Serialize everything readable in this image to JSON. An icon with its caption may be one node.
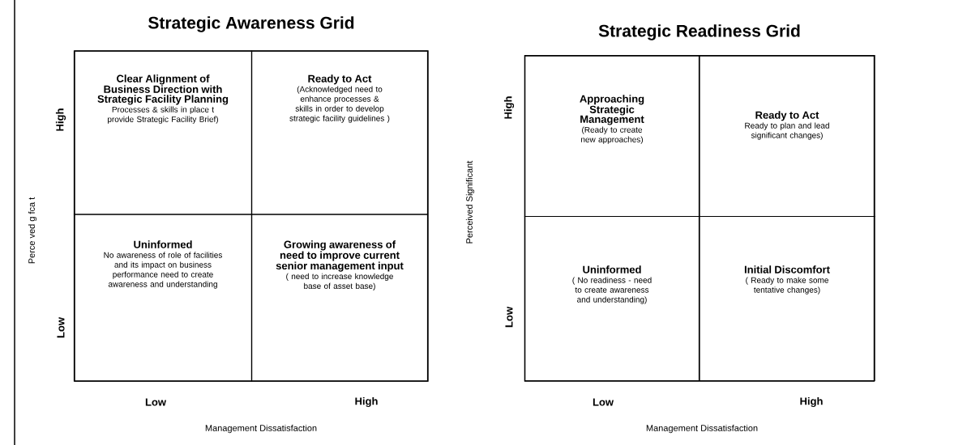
{
  "diagram": {
    "nodes": [
      {
        "text": [
          "Strategic Awareness Grid"
        ]
      },
      {
        "text": [
          "Clear Alignment of Business Direction with Strategic Facility Planning",
          "Processes & skills in place t provide Strategic Facility Brief)"
        ],
        "in": 0
      },
      {
        "text": [
          "Ready to Act",
          "(Acknowledged need to enhance processes & skills in order to develop strategic facility guidelines )"
        ],
        "in": 0
      },
      {
        "text": [
          "Uninformed",
          "No awareness of role of facilities and its impact on business performance need to create awareness and understanding"
        ],
        "in": 0
      },
      {
        "text": [
          "Growing awareness of need to improve current senior management input",
          "( need to increase knowledge base of asset base)"
        ],
        "in": 0
      },
      {
        "text": [
          "Strategic Readiness Grid"
        ]
      },
      {
        "text": [
          "Approaching Strategic Management",
          "(Ready to create new approaches)"
        ],
        "in": 5
      },
      {
        "text": [
          "Ready to Act",
          "Ready to plan and lead significant changes)"
        ],
        "in": 5
      },
      {
        "text": [
          "Uninformed",
          "( No readiness - need to create awareness and understanding)"
        ],
        "in": 5
      },
      {
        "text": [
          "Initial Discomfort",
          "( Ready to make some tentative changes)"
        ],
        "in": 5
      }
    ],
    "labels": [
      "High",
      "Low",
      "Perce ved g fca t",
      "Low",
      "High",
      "Management Dissatisfaction",
      "High",
      "Low",
      "Perceived Significant",
      "Low",
      "High",
      "Management Dissatisfaction"
    ]
  }
}
